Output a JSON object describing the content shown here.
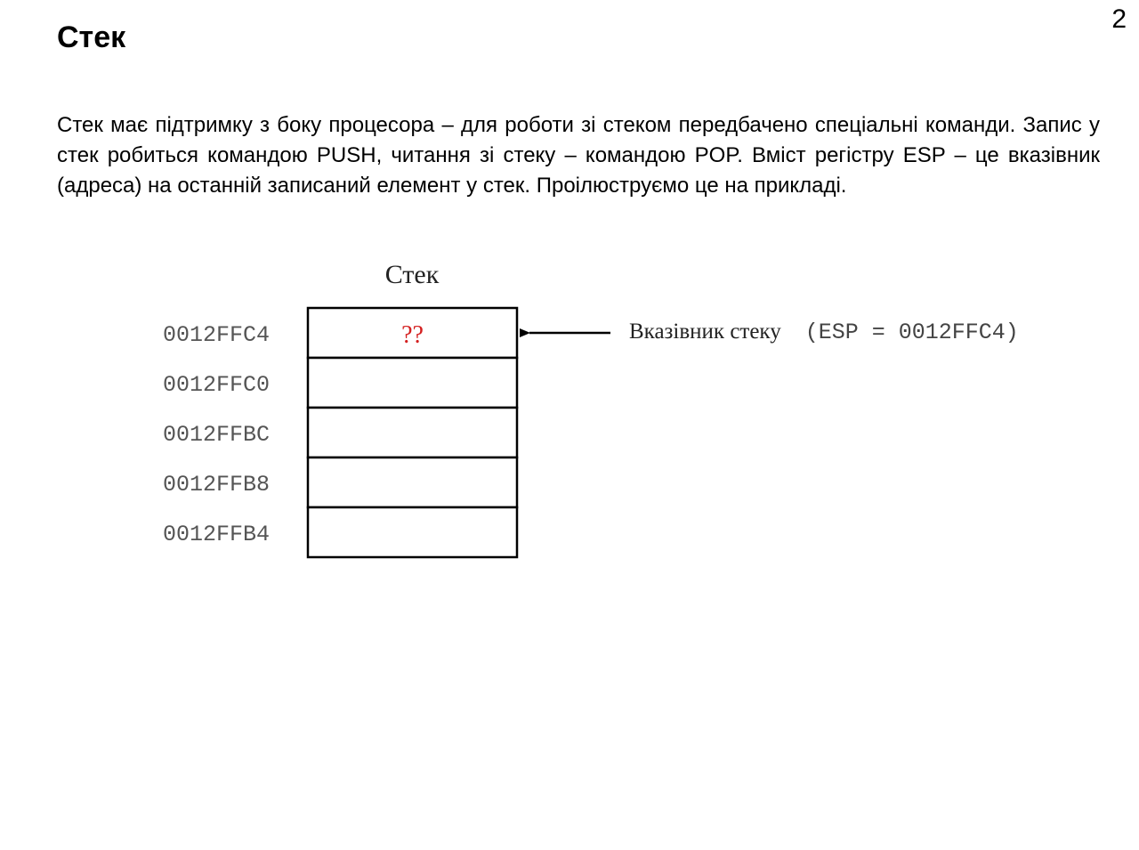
{
  "page_number": "2",
  "title": "Стек",
  "intro_text": "Стек має підтримку з боку процесора – для роботи зі стеком передбачено спеціальні команди. Запис у стек робиться командою PUSH, читання зі стеку – командою POP. Вміст регістру ESP – це вказівник (адреса) на останній записаний елемент у стек. Проілюструємо це на прикладі.",
  "diagram": {
    "heading": "Стек",
    "cells": [
      {
        "address": "0012FFC4",
        "value": "??"
      },
      {
        "address": "0012FFC0",
        "value": ""
      },
      {
        "address": "0012FFBC",
        "value": ""
      },
      {
        "address": "0012FFB8",
        "value": ""
      },
      {
        "address": "0012FFB4",
        "value": ""
      }
    ],
    "pointer_label": "Вказівник стеку",
    "pointer_expression": "(ESP = 0012FFC4)",
    "colors": {
      "unknown_value": "#d42020",
      "address_text": "#555555",
      "outline": "#000000"
    }
  }
}
